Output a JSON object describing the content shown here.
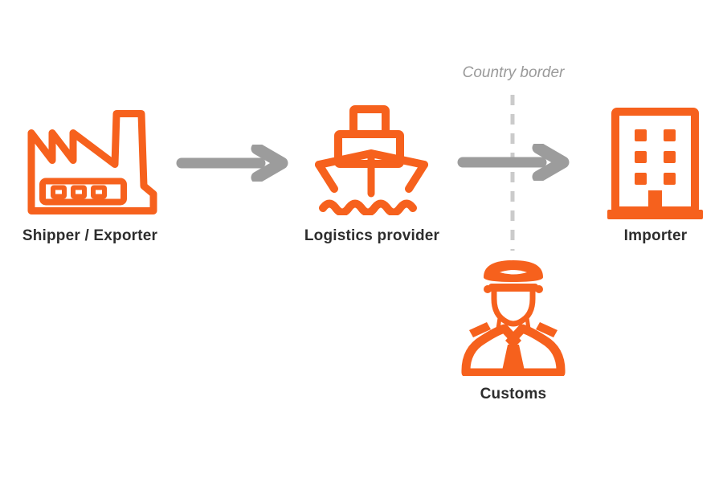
{
  "colors": {
    "background": "#ffffff",
    "accent_orange": "#f6611d",
    "arrow_gray": "#9c9c9c",
    "dash_gray": "#cbcbcb",
    "label_dark": "#2d2d2d",
    "border_text_gray": "#9a9a9a"
  },
  "nodes": [
    {
      "id": "shipper-exporter",
      "label": "Shipper / Exporter",
      "icon": "factory-icon"
    },
    {
      "id": "logistics-provider",
      "label": "Logistics provider",
      "icon": "cargo-ship-icon"
    },
    {
      "id": "importer",
      "label": "Importer",
      "icon": "office-building-icon"
    },
    {
      "id": "customs",
      "label": "Customs",
      "icon": "customs-officer-icon"
    }
  ],
  "annotations": {
    "country_border_label": "Country border"
  },
  "connectors": [
    {
      "from": "shipper-exporter",
      "to": "logistics-provider",
      "type": "arrow-right"
    },
    {
      "from": "logistics-provider",
      "to": "importer",
      "type": "arrow-right",
      "crosses": "country-border"
    }
  ],
  "border_line": {
    "orientation": "vertical",
    "style": "dashed"
  }
}
